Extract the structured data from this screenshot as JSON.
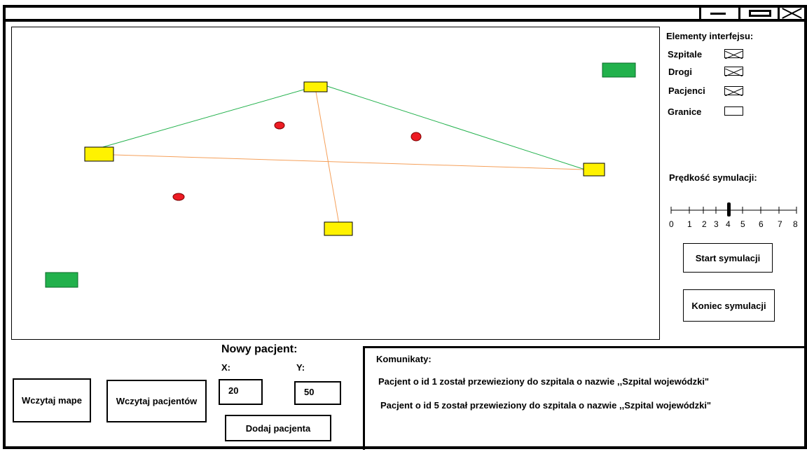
{
  "window": {
    "minimize_icon": "minimize-icon",
    "maximize_icon": "maximize-icon",
    "close_icon": "close-icon"
  },
  "map": {
    "colors": {
      "hospital": "#FFF200",
      "patient": "#ED1C24",
      "border_area": "#22B14C",
      "road_green": "#22B14C",
      "road_orange": "#F5A05A"
    }
  },
  "sidebar": {
    "title": "Elementy interfejsu:",
    "legend": [
      {
        "label": "Szpitale",
        "checked": true
      },
      {
        "label": "Drogi",
        "checked": true
      },
      {
        "label": "Pacjenci",
        "checked": true
      },
      {
        "label": "Granice",
        "checked": false
      }
    ],
    "speed_title": "Prędkość symulacji:",
    "speed_ticks": [
      "0",
      "1",
      "2",
      "3",
      "4",
      "5",
      "6",
      "7",
      "8"
    ],
    "speed_value": 4,
    "start_button": "Start symulacji",
    "stop_button": "Koniec symulacji"
  },
  "bottom": {
    "load_map_button": "Wczytaj mape",
    "load_patients_button": "Wczytaj pacjentów",
    "new_patient_title": "Nowy pacjent:",
    "x_label": "X:",
    "y_label": "Y:",
    "x_value": "20",
    "y_value": "50",
    "add_patient_button": "Dodaj pacjenta"
  },
  "messages": {
    "title": "Komunikaty:",
    "items": [
      "Pacjent o id 1 został przewieziony do szpitala o nazwie ,,Szpital wojewódzki\"",
      "Pacjent o id 5 został przewieziony do szpitala o nazwie ,,Szpital wojewódzki\""
    ]
  }
}
